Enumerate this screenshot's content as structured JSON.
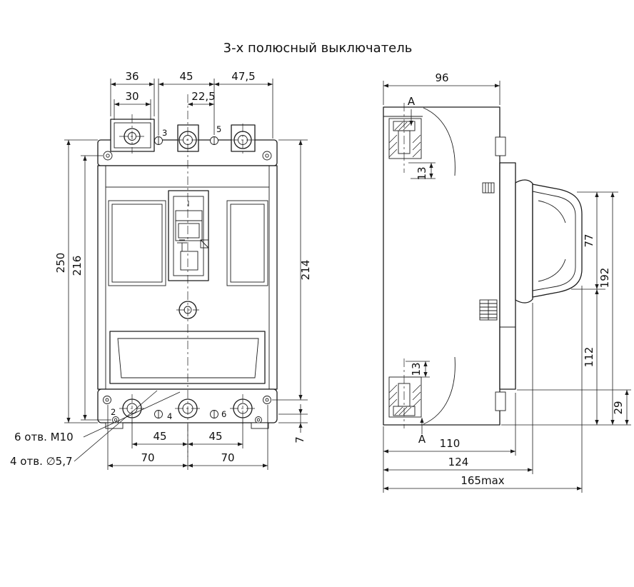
{
  "title": "3-х полюсный выключатель",
  "front_view": {
    "top_dims": {
      "w36": "36",
      "w45": "45",
      "w47_5": "47,5",
      "w30": "30",
      "w22_5": "22,5"
    },
    "left_dims": {
      "h250": "250",
      "h216": "216"
    },
    "right_dims": {
      "h214": "214",
      "h7": "7"
    },
    "bottom_dims": {
      "s45a": "45",
      "s45b": "45",
      "s70a": "70",
      "s70b": "70"
    },
    "terminals": {
      "t3": "3",
      "t5": "5",
      "t2": "2",
      "t4": "4",
      "t6": "6"
    },
    "notes": {
      "m10": "6 отв. М10",
      "d5_7": "4 отв. ∅5,7"
    }
  },
  "side_view": {
    "dims": {
      "w96": "96",
      "t13": "13",
      "b13": "13",
      "h77": "77",
      "h192": "192",
      "h112": "112",
      "h29": "29",
      "d110": "110",
      "d124": "124",
      "d165": "165max"
    },
    "section": {
      "top": "A",
      "bottom": "A"
    }
  }
}
